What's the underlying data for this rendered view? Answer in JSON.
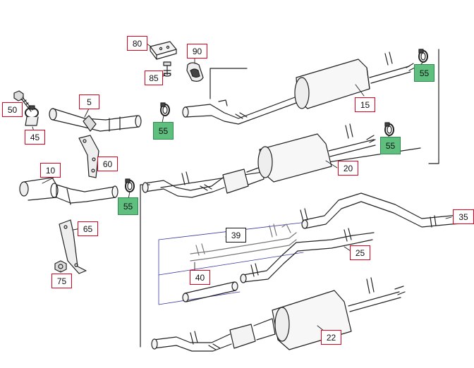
{
  "diagram": {
    "callouts": [
      {
        "id": "80",
        "label": "80"
      },
      {
        "id": "90",
        "label": "90"
      },
      {
        "id": "85",
        "label": "85"
      },
      {
        "id": "55a",
        "label": "55"
      },
      {
        "id": "50",
        "label": "50"
      },
      {
        "id": "5",
        "label": "5"
      },
      {
        "id": "15",
        "label": "15"
      },
      {
        "id": "45",
        "label": "45"
      },
      {
        "id": "55b",
        "label": "55"
      },
      {
        "id": "55c",
        "label": "55"
      },
      {
        "id": "60",
        "label": "60"
      },
      {
        "id": "20",
        "label": "20"
      },
      {
        "id": "10",
        "label": "10"
      },
      {
        "id": "55d",
        "label": "55"
      },
      {
        "id": "35",
        "label": "35"
      },
      {
        "id": "65",
        "label": "65"
      },
      {
        "id": "39",
        "label": "39"
      },
      {
        "id": "25",
        "label": "25"
      },
      {
        "id": "40",
        "label": "40"
      },
      {
        "id": "75",
        "label": "75"
      },
      {
        "id": "22",
        "label": "22"
      }
    ],
    "colors": {
      "callout_border": "#e0001b",
      "highlight_fill": "#5fbf7f",
      "line": "#222222",
      "group_frame": "#3a3aa0"
    }
  }
}
